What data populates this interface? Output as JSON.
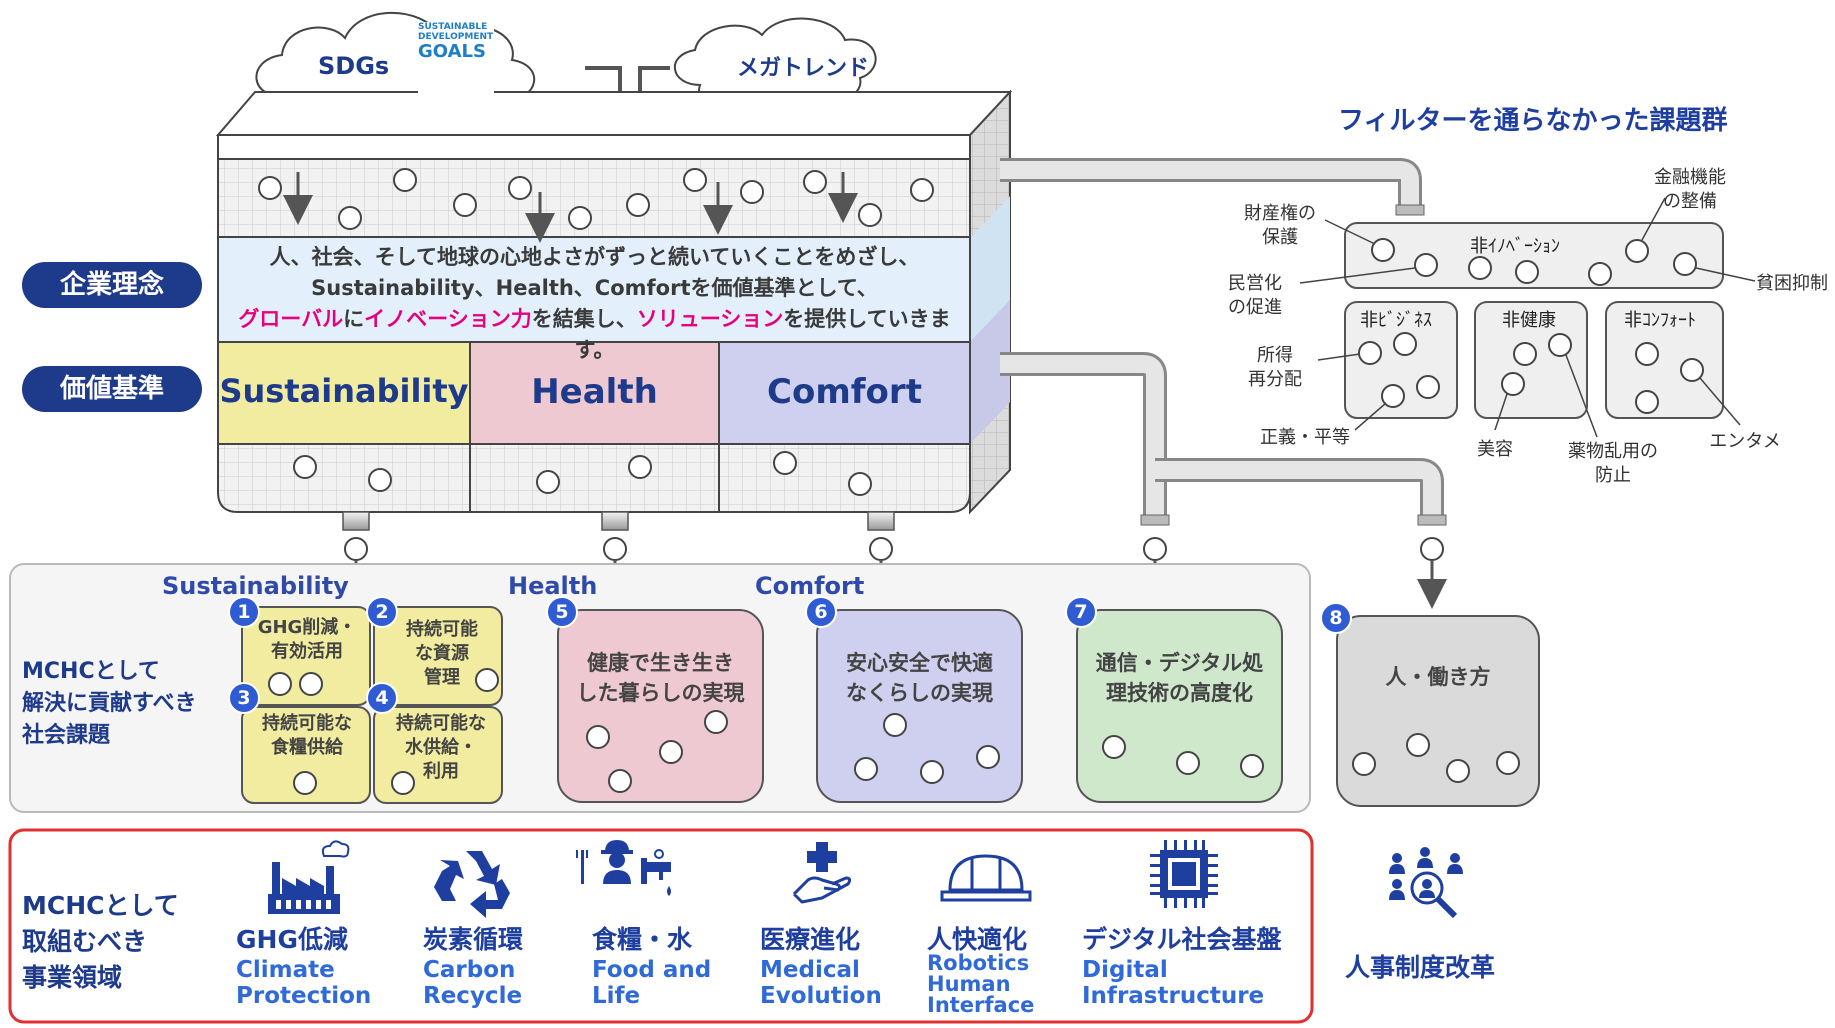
{
  "clouds": {
    "sdgs": "SDGs",
    "megatrend": "メガトレンド"
  },
  "sdgs_logo": {
    "line1": "SUSTAINABLE",
    "line2": "DEVELOPMENT",
    "line3": "GOALS"
  },
  "filter": {
    "philosophy_label": "企業理念",
    "values_label": "価値基準",
    "philosophy_line1": "人、社会、そして地球の心地よさがずっと続いていくことをめざし、",
    "philosophy_line2": "Sustainability、Health、Comfortを価値基準として、",
    "philosophy_line3_a": "グローバル",
    "philosophy_line3_b": "に",
    "philosophy_line3_c": "イノベーション力",
    "philosophy_line3_d": "を結集し、",
    "philosophy_line3_e": "ソリューション",
    "philosophy_line3_f": "を提供していきます。",
    "values": [
      "Sustainability",
      "Health",
      "Comfort"
    ]
  },
  "rejected": {
    "title": "フィルターを通らなかった課題群",
    "non_innovation": "非ｲﾉﾍﾞｰｼｮﾝ",
    "non_business": "非ﾋﾞｼﾞﾈｽ",
    "non_health": "非健康",
    "non_comfort": "非ｺﾝﾌｫｰﾄ",
    "notes": {
      "property": "財産権の\n保護",
      "finance": "金融機能\nの整備",
      "privatization": "民営化\nの促進",
      "poverty": "貧困抑制",
      "income": "所得\n再分配",
      "justice": "正義・平等",
      "beauty": "美容",
      "drugs": "薬物乱用の\n防止",
      "entertainment": "エンタメ"
    }
  },
  "issues": {
    "side_label": "MCHCとして\n解決に貢献すべき\n社会課題",
    "cat_sustainability": "Sustainability",
    "cat_health": "Health",
    "cat_comfort": "Comfort",
    "items": [
      {
        "num": "1",
        "text": "GHG削減・\n有効活用"
      },
      {
        "num": "2",
        "text": "持続可能\nな資源\n管理"
      },
      {
        "num": "3",
        "text": "持続可能な\n食糧供給"
      },
      {
        "num": "4",
        "text": "持続可能な\n水供給・\n利用"
      },
      {
        "num": "5",
        "text": "健康で生き生き\nした暮らしの実現"
      },
      {
        "num": "6",
        "text": "安心安全で快適\nなくらしの実現"
      },
      {
        "num": "7",
        "text": "通信・デジタル処\n理技術の高度化"
      },
      {
        "num": "8",
        "text": "人・働き方"
      }
    ]
  },
  "business": {
    "side_label": "MCHCとして\n取組むべき\n事業領域",
    "domains": [
      {
        "jp": "GHG低減",
        "en": "Climate\nProtection",
        "icon": "factory-icon"
      },
      {
        "jp": "炭素循環",
        "en": "Carbon\nRecycle",
        "icon": "recycle-icon"
      },
      {
        "jp": "食糧・水",
        "en": "Food and\nLife",
        "icon": "farmer-water-icon"
      },
      {
        "jp": "医療進化",
        "en": "Medical\nEvolution",
        "icon": "medical-hand-icon"
      },
      {
        "jp": "人快適化",
        "en": "Robotics\nHuman\nInterface",
        "icon": "helmet-icon"
      },
      {
        "jp": "デジタル社会基盤",
        "en": "Digital\nInfrastructure",
        "icon": "chip-icon"
      }
    ],
    "hr": "人事制度改革",
    "hr_icon": "people-search-icon"
  },
  "colors": {
    "navy": "#1e3a8a",
    "sustainability_fill": "#f1eca0",
    "health_fill": "#eec9d2",
    "comfort_fill": "#cfd0ef",
    "digital_fill": "#cfe8cc",
    "gray_fill": "#dadada",
    "accent_pink": "#e6007e",
    "border_red": "#e03030"
  }
}
